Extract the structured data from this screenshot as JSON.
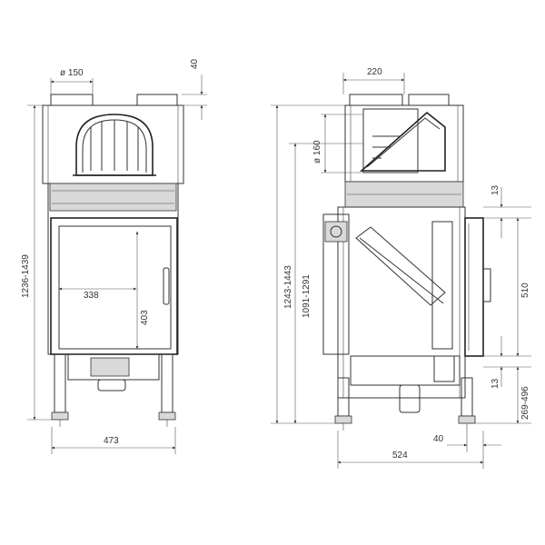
{
  "front_view": {
    "dims": {
      "flue_diameter": "ø 150",
      "top_offset": "40",
      "total_height": "1236-1439",
      "opening_width": "338",
      "opening_height": "403",
      "total_width": "473"
    }
  },
  "side_view": {
    "dims": {
      "flue_offset": "220",
      "flue_diameter": "ø 160",
      "total_height": "1243-1443",
      "height_to_flue": "1091-1291",
      "top_gap": "13",
      "door_height": "510",
      "bottom_gap": "13",
      "floor_height": "269-496",
      "leg_offset": "40",
      "total_depth": "524"
    }
  },
  "colors": {
    "line": "#333333",
    "fill": "#d9d9d9",
    "background": "#ffffff"
  }
}
